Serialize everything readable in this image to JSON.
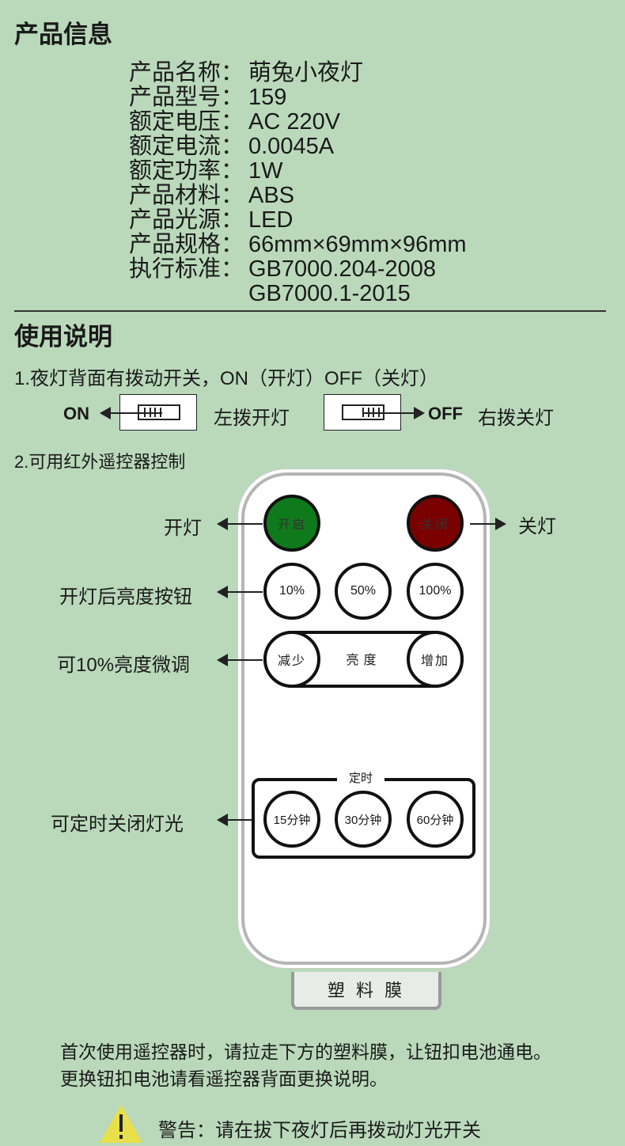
{
  "info": {
    "title": "产品信息",
    "specs": [
      {
        "label": "产品名称：",
        "value": "萌兔小夜灯"
      },
      {
        "label": "产品型号：",
        "value": "159"
      },
      {
        "label": "额定电压：",
        "value": "AC 220V"
      },
      {
        "label": "额定电流：",
        "value": "0.0045A"
      },
      {
        "label": "额定功率：",
        "value": "1W"
      },
      {
        "label": "产品材料：",
        "value": "ABS"
      },
      {
        "label": "产品光源：",
        "value": "LED"
      },
      {
        "label": "产品规格：",
        "value": "66mm×69mm×96mm"
      },
      {
        "label": "执行标准：",
        "value": "GB7000.204-2008"
      },
      {
        "label": "",
        "value": "GB7000.1-2015"
      }
    ]
  },
  "usage": {
    "title": "使用说明",
    "step1": "1.夜灯背面有拨动开关，ON（开灯）OFF（关灯）",
    "on": "ON",
    "on_text": "左拨开灯",
    "off": "OFF",
    "off_text": "右拨关灯",
    "step2": "2.可用红外遥控器控制"
  },
  "remote": {
    "on_btn": "开启",
    "off_btn": "关闭",
    "b10": "10%",
    "b50": "50%",
    "b100": "100%",
    "dec": "减少",
    "brightness": "亮度",
    "inc": "增加",
    "timer": "定时",
    "t15": "15分钟",
    "t30": "30分钟",
    "t60": "60分钟",
    "film": "塑 料 膜",
    "on_color": "#0f7a1c",
    "off_color": "#7a0000"
  },
  "callouts": {
    "on": "开灯",
    "off": "关灯",
    "levels": "开灯后亮度按钮",
    "fine": "可10%亮度微调",
    "timer": "可定时关闭灯光"
  },
  "notes": {
    "line1": "首次使用遥控器时，请拉走下方的塑料膜，让钮扣电池通电。",
    "line2": "更换钮扣电池请看遥控器背面更换说明。",
    "warning": "警告：请在拔下夜灯后再拨动灯光开关"
  }
}
